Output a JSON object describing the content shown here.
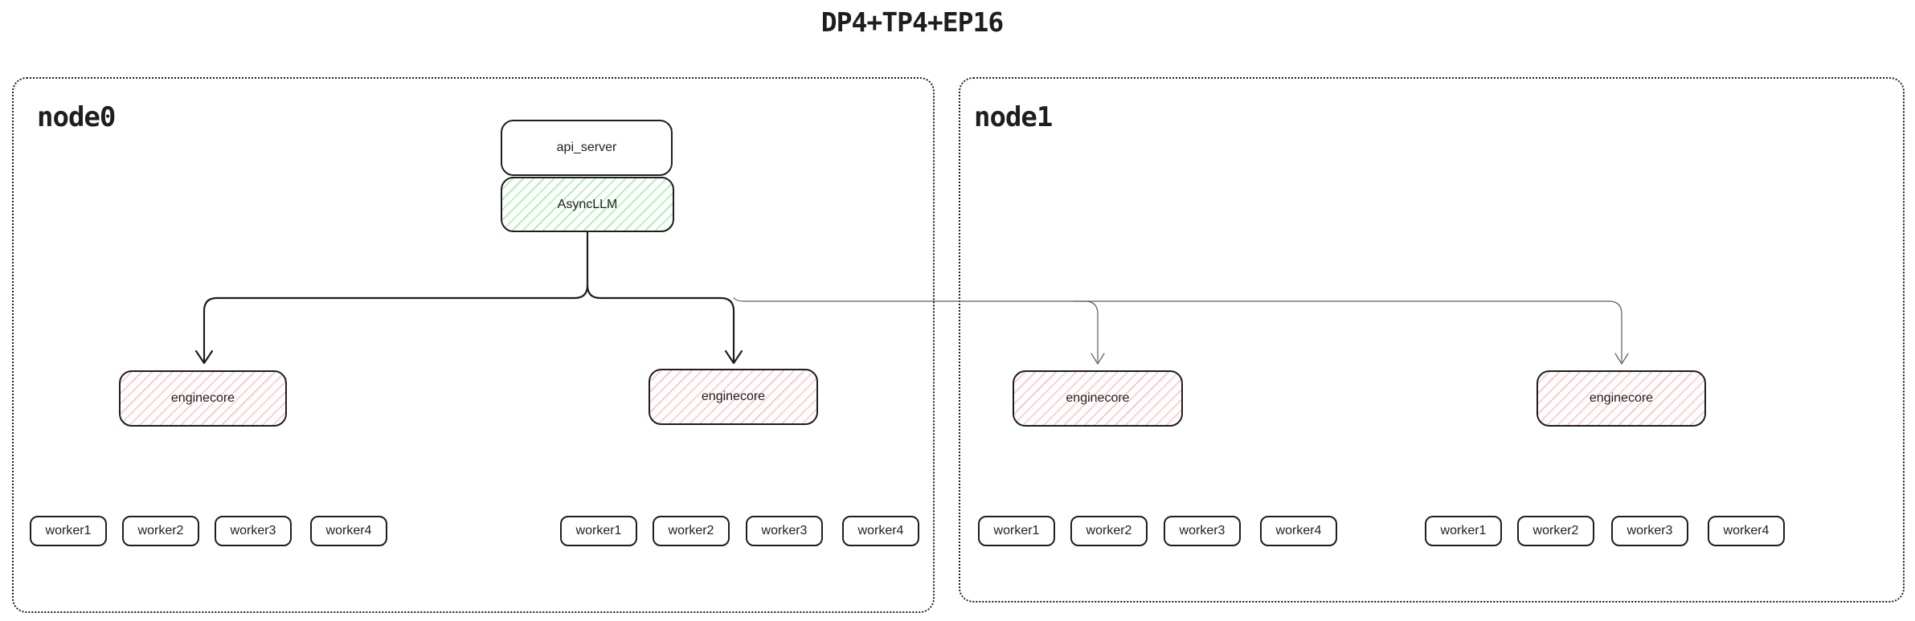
{
  "diagram": {
    "title": "DP4+TP4+EP16",
    "node0": {
      "label": "node0",
      "api_server": "api_server",
      "async_llm": "AsyncLLM",
      "enginecores": [
        "enginecore",
        "enginecore"
      ],
      "worker_groups": [
        [
          "worker1",
          "worker2",
          "worker3",
          "worker4"
        ],
        [
          "worker1",
          "worker2",
          "worker3",
          "worker4"
        ]
      ]
    },
    "node1": {
      "label": "node1",
      "enginecores": [
        "enginecore",
        "enginecore"
      ],
      "worker_groups": [
        [
          "worker1",
          "worker2",
          "worker3",
          "worker4"
        ],
        [
          "worker1",
          "worker2",
          "worker3",
          "worker4"
        ]
      ]
    },
    "colors": {
      "stroke": "#1e1e1e",
      "green_hatch": "#69db7c",
      "red_hatch": "#eb6b6b",
      "thin_edge": "#5c5c5c"
    }
  }
}
